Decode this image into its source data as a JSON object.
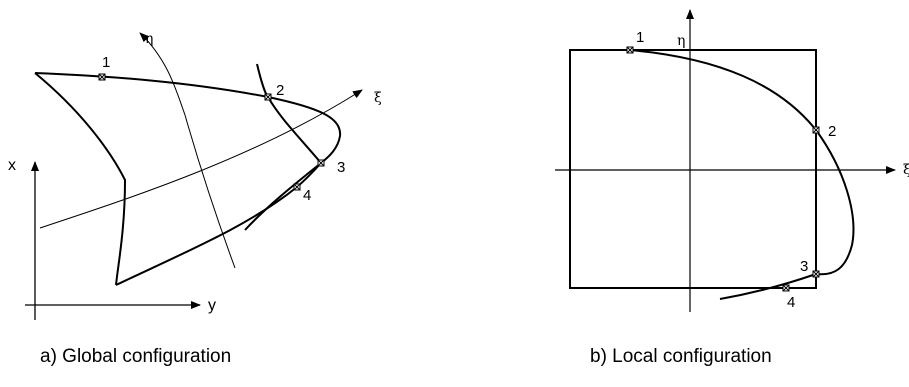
{
  "global": {
    "caption": "a) Global configuration",
    "points": [
      "1",
      "2",
      "3",
      "4"
    ],
    "x_axis_label": "x",
    "y_axis_label": "y",
    "xi_label": "ξ",
    "eta_label": "η"
  },
  "local": {
    "caption": "b) Local configuration",
    "points": [
      "1",
      "2",
      "3",
      "4"
    ],
    "xi_label": "ξ",
    "eta_label": "η"
  },
  "colors": {
    "line": "#000000",
    "background": "#ffffff"
  }
}
